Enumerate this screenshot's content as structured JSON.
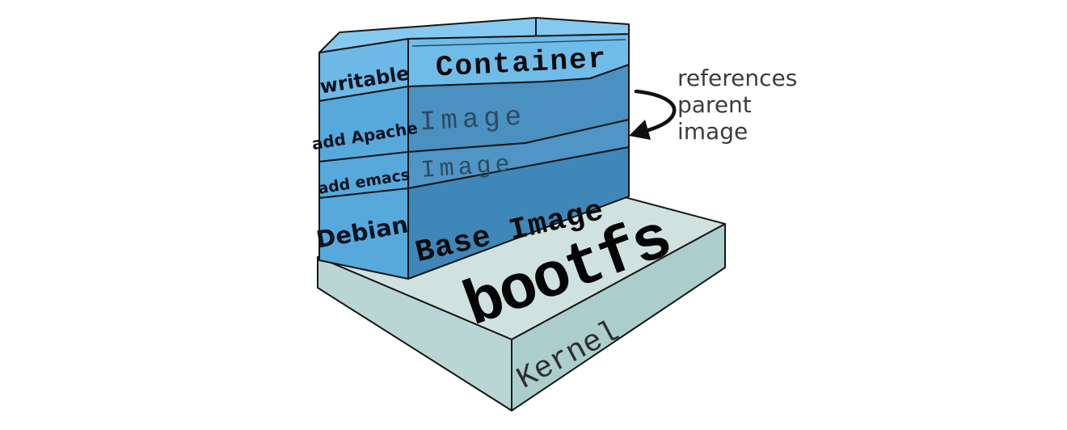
{
  "diagram_title": "docker-image-layers",
  "colors": {
    "stack_top_face": "#85c9f0",
    "writable_side": "#6db8e6",
    "stack_side": "#57a9dc",
    "container_front": "#6fbce9",
    "image1_front": "#4a90c0",
    "image2_front": "#4f95c5",
    "base_image_front": "#3e87b8",
    "plate_top": "#cfe2e0",
    "plate_front": "#b9d6d4",
    "plate_right": "#abcecd",
    "outline": "#161616"
  },
  "stack": {
    "layers": [
      {
        "side": "writable",
        "front": "Container"
      },
      {
        "side": "add Apache",
        "front": "Image"
      },
      {
        "side": "add emacs",
        "front": "Image"
      },
      {
        "side": "Debian",
        "front": "Base Image"
      }
    ]
  },
  "base": {
    "top": "bootfs",
    "side": "Kernel"
  },
  "annotation": {
    "line1": "references",
    "line2": "parent",
    "line3": "image"
  }
}
